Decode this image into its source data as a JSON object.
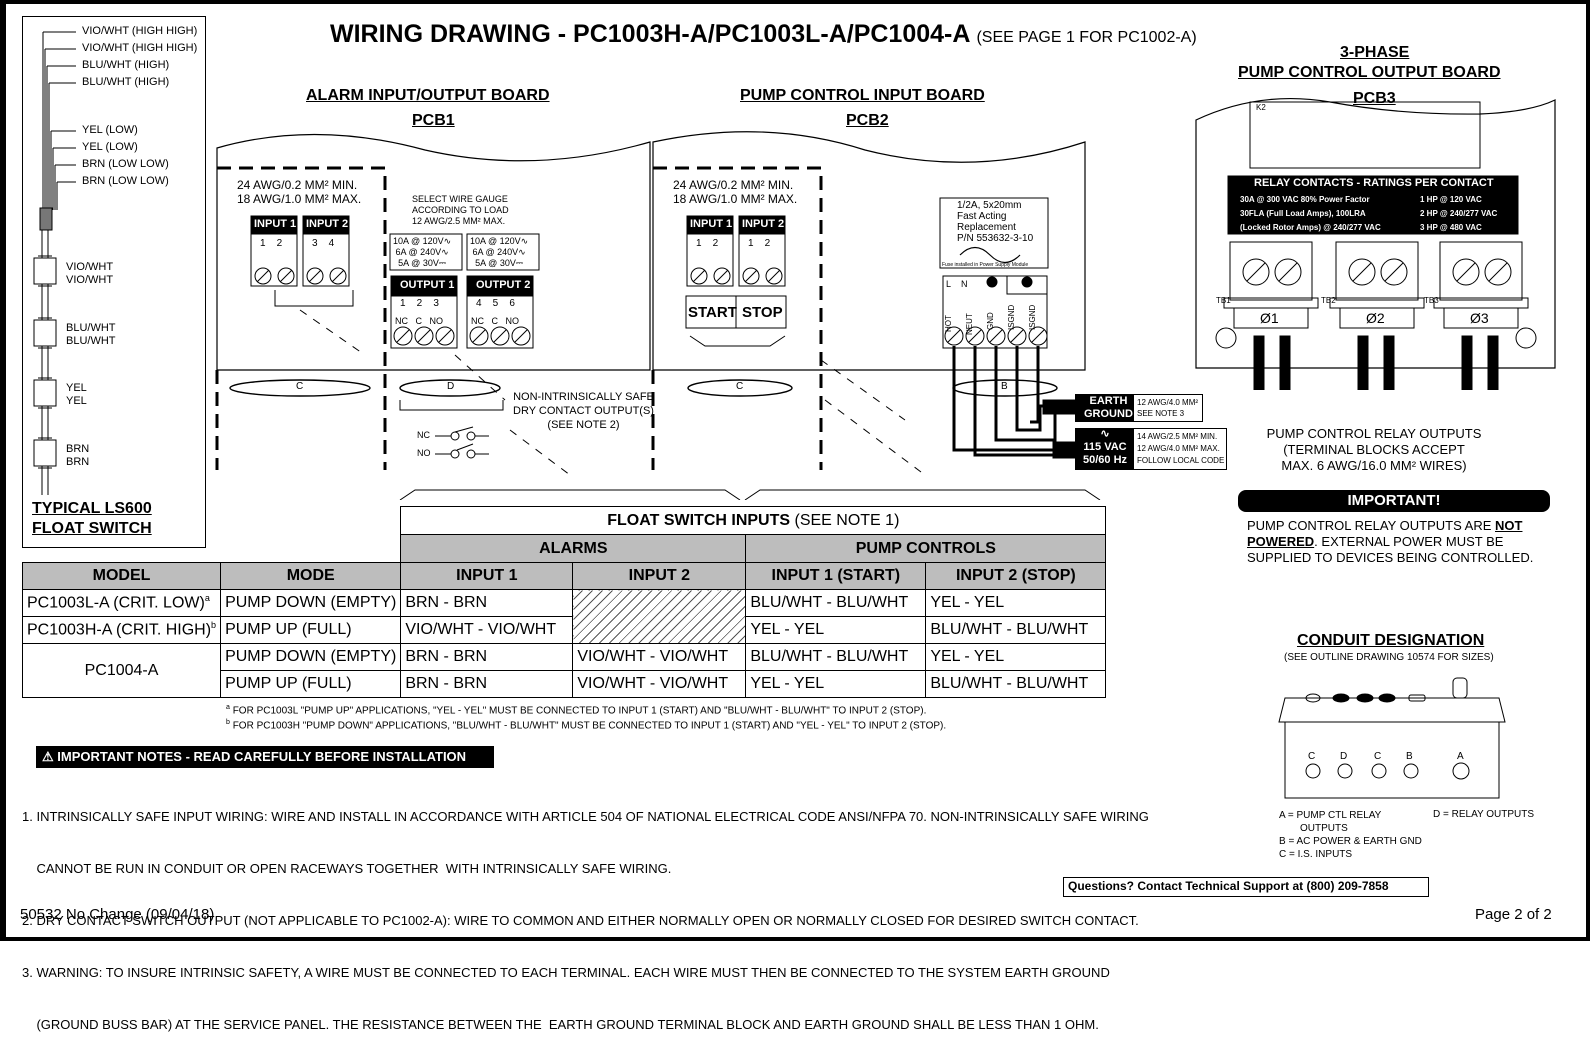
{
  "title": {
    "main": "WIRING DRAWING - PC1003H-A/PC1003L-A/PC1004-A",
    "sub": "(SEE PAGE 1 FOR PC1002-A)"
  },
  "float_switch": {
    "wires": [
      "VIO/WHT (HIGH HIGH)",
      "VIO/WHT (HIGH HIGH)",
      "BLU/WHT (HIGH)",
      "BLU/WHT (HIGH)",
      "YEL (LOW)",
      "YEL (LOW)",
      "BRN (LOW LOW)",
      "BRN (LOW LOW)"
    ],
    "floats": [
      {
        "l1": "VIO/WHT",
        "l2": "VIO/WHT"
      },
      {
        "l1": "BLU/WHT",
        "l2": "BLU/WHT"
      },
      {
        "l1": "YEL",
        "l2": "YEL"
      },
      {
        "l1": "BRN",
        "l2": "BRN"
      }
    ],
    "caption1": "TYPICAL LS600",
    "caption2": "FLOAT SWITCH"
  },
  "pcb1": {
    "title": "ALARM INPUT/OUTPUT BOARD",
    "name": "PCB1",
    "gauge1": "24 AWG/0.2 MM² MIN.",
    "gauge2": "18 AWG/1.0 MM² MAX.",
    "input1": "INPUT 1",
    "input2": "INPUT 2",
    "select1": "SELECT WIRE GAUGE",
    "select2": "ACCORDING TO LOAD",
    "select3": "12 AWG/2.5 MM² MAX.",
    "rating1": "10A @ 120V∿",
    "rating2": "6A @ 240V∿",
    "rating3": "5A @ 30V⎓",
    "output1": "OUTPUT 1",
    "output2": "OUTPUT 2",
    "nc": "NC",
    "c": "C",
    "no": "NO",
    "conduit_c": "C",
    "conduit_d": "D",
    "dry1": "NON-INTRINSICALLY SAFE",
    "dry2": "DRY CONTACT OUTPUT(S)",
    "dry3": "(SEE NOTE 2)"
  },
  "pcb2": {
    "title": "PUMP CONTROL INPUT BOARD",
    "name": "PCB2",
    "gauge1": "24 AWG/0.2 MM² MIN.",
    "gauge2": "18 AWG/1.0 MM² MAX.",
    "input1": "INPUT 1",
    "input2": "INPUT 2",
    "start": "START",
    "stop": "STOP",
    "fuse1": "1/2A, 5x20mm",
    "fuse2": "Fast Acting",
    "fuse3": "Replacement",
    "fuse4": "P/N 553632-3-10",
    "fuse5": "Fuse installed in Power Supply Module",
    "hot": "HOT",
    "neut": "NEUT",
    "gnd": "GND",
    "isgnd": "ISGND",
    "conduit_c": "C",
    "conduit_b": "B",
    "earth1": "EARTH",
    "earth2": "GROUND",
    "earth_note1": "12 AWG/4.0 MM²",
    "earth_note2": "SEE NOTE 3",
    "vac1": "115 VAC",
    "vac2": "50/60 Hz",
    "vac_note1": "14 AWG/2.5 MM² MIN.",
    "vac_note2": "12 AWG/4.0 MM² MAX.",
    "vac_note3": "FOLLOW LOCAL CODE"
  },
  "pcb3": {
    "title1": "3-PHASE",
    "title2": "PUMP CONTROL OUTPUT BOARD",
    "name": "PCB3",
    "k2": "K2",
    "relay_header": "RELAY CONTACTS - RATINGS PER CONTACT",
    "relay_rows": [
      {
        "a": "30A @ 300 VAC 80% Power Factor",
        "b": "1 HP @ 120 VAC"
      },
      {
        "a": "30FLA (Full Load Amps), 100LRA",
        "b": "2 HP @ 240/277 VAC"
      },
      {
        "a": "(Locked Rotor Amps) @ 240/277 VAC",
        "b": "3 HP @ 480 VAC"
      }
    ],
    "tb": [
      "TB1",
      "TB2",
      "TB3"
    ],
    "phase": [
      "Ø1",
      "Ø2",
      "Ø3"
    ],
    "out1": "PUMP CONTROL RELAY OUTPUTS",
    "out2": "(TERMINAL BLOCKS ACCEPT",
    "out3": "MAX. 6 AWG/16.0 MM² WIRES)",
    "important": "IMPORTANT!",
    "imp1a": "PUMP CONTROL RELAY OUTPUTS ARE ",
    "imp1b": "NOT",
    "imp2a": "POWERED",
    "imp2b": ". EXTERNAL POWER MUST BE",
    "imp3": "SUPPLIED TO DEVICES BEING CONTROLLED."
  },
  "table": {
    "group_header": "FLOAT SWITCH INPUTS",
    "group_note": " (SEE NOTE 1)",
    "alarms": "ALARMS",
    "pump_controls": "PUMP CONTROLS",
    "headers": [
      "MODEL",
      "MODE",
      "INPUT 1",
      "INPUT 2",
      "INPUT 1 (START)",
      "INPUT 2 (STOP)"
    ],
    "rows": [
      {
        "model": "PC1003L-A (CRIT. LOW)",
        "sup": "a",
        "mode": "PUMP DOWN (EMPTY)",
        "a1": "BRN - BRN",
        "a2": "",
        "p1": "BLU/WHT - BLU/WHT",
        "p2": "YEL - YEL"
      },
      {
        "model": "PC1003H-A (CRIT. HIGH)",
        "sup": "b",
        "mode": "PUMP UP (FULL)",
        "a1": "VIO/WHT - VIO/WHT",
        "a2": "",
        "p1": "YEL - YEL",
        "p2": "BLU/WHT - BLU/WHT"
      },
      {
        "model": "PC1004-A",
        "sup": "",
        "mode": "PUMP DOWN (EMPTY)",
        "a1": "BRN - BRN",
        "a2": "VIO/WHT - VIO/WHT",
        "p1": "BLU/WHT - BLU/WHT",
        "p2": "YEL - YEL"
      },
      {
        "model": "",
        "sup": "",
        "mode": "PUMP UP (FULL)",
        "a1": "BRN - BRN",
        "a2": "VIO/WHT - VIO/WHT",
        "p1": "YEL - YEL",
        "p2": "BLU/WHT - BLU/WHT"
      }
    ],
    "foot_a": "FOR PC1003L \"PUMP UP\" APPLICATIONS, \"YEL - YEL\" MUST BE CONNECTED TO INPUT 1 (START) AND \"BLU/WHT - BLU/WHT\" TO INPUT 2 (STOP).",
    "foot_b": "FOR PC1003H \"PUMP DOWN\" APPLICATIONS, \"BLU/WHT - BLU/WHT\" MUST BE CONNECTED TO INPUT 1 (START) AND  \"YEL - YEL\" TO INPUT 2 (STOP)."
  },
  "notes": {
    "banner": "IMPORTANT NOTES - READ CAREFULLY BEFORE INSTALLATION",
    "lines": [
      "1. INTRINSICALLY SAFE INPUT WIRING: WIRE AND INSTALL IN ACCORDANCE WITH ARTICLE 504 OF NATIONAL ELECTRICAL CODE ANSI/NFPA 70. NON-INTRINSICALLY SAFE WIRING",
      "    CANNOT BE RUN IN CONDUIT OR OPEN RACEWAYS TOGETHER  WITH INTRINSICALLY SAFE WIRING.",
      "2. DRY CONTACT SWITCH OUTPUT (NOT APPLICABLE TO PC1002-A): WIRE TO COMMON AND EITHER NORMALLY OPEN OR NORMALLY CLOSED FOR DESIRED SWITCH CONTACT.",
      "3. WARNING: TO INSURE INTRINSIC SAFETY, A WIRE MUST BE CONNECTED TO EACH TERMINAL. EACH WIRE MUST THEN BE CONNECTED TO THE SYSTEM EARTH GROUND",
      "    (GROUND BUSS BAR) AT THE SERVICE PANEL. THE RESISTANCE BETWEEN THE  EARTH GROUND TERMINAL BLOCK AND EARTH GROUND SHALL BE LESS THAN 1 OHM."
    ]
  },
  "conduit": {
    "title": "CONDUIT DESIGNATION",
    "sub": "(SEE OUTLINE DRAWING 10574 FOR SIZES)",
    "letters": [
      "C",
      "D",
      "C",
      "B",
      "A"
    ],
    "legend_a1": "A = PUMP CTL RELAY",
    "legend_a2": "OUTPUTS",
    "legend_b": "B = AC POWER & EARTH GND",
    "legend_c": "C = I.S. INPUTS",
    "legend_d": "D = RELAY OUTPUTS"
  },
  "footer": {
    "support": "Questions? Contact Technical Support at (800) 209-7858",
    "doc": "50532 No Change (09/04/18)",
    "page": "Page 2 of 2"
  }
}
